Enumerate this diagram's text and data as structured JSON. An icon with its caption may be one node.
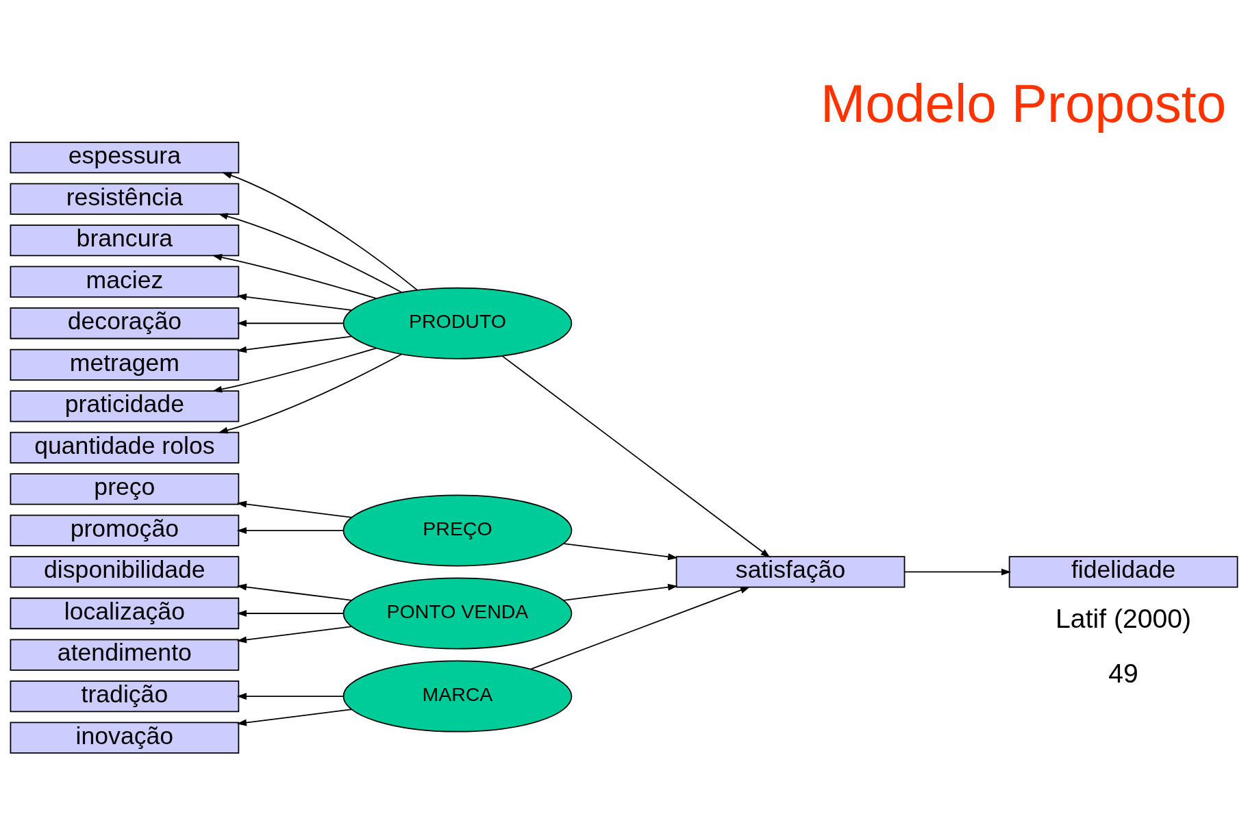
{
  "diagram": {
    "title": "Modelo Proposto",
    "nodes": [
      {
        "text": [
          "MARCA"
        ]
      },
      {
        "text": [
          "tradição"
        ]
      },
      {
        "text": [
          "inovação"
        ]
      },
      {
        "text": [
          "PRODUTO"
        ]
      },
      {
        "text": [
          "espessura"
        ]
      },
      {
        "text": [
          "resistência"
        ]
      },
      {
        "text": [
          "brancura"
        ]
      },
      {
        "text": [
          "maciez"
        ]
      },
      {
        "text": [
          "decoração"
        ]
      },
      {
        "text": [
          "metragem"
        ]
      },
      {
        "text": [
          "praticidade"
        ]
      },
      {
        "text": [
          "quantidade rolos"
        ]
      },
      {
        "text": [
          "PREÇO"
        ]
      },
      {
        "text": [
          "preço"
        ]
      },
      {
        "text": [
          "promoção"
        ]
      },
      {
        "text": [
          "PONTO VENDA"
        ]
      },
      {
        "text": [
          "disponibilidade"
        ]
      },
      {
        "text": [
          "localização"
        ]
      },
      {
        "text": [
          "atendimento"
        ]
      },
      {
        "text": [
          "satisfação"
        ]
      },
      {
        "text": [
          "fidelidade"
        ]
      }
    ],
    "edges": [
      {
        "from": 0,
        "to": 1,
        "arrow": "to"
      },
      {
        "from": 0,
        "to": 2,
        "arrow": "to"
      },
      {
        "from": 3,
        "to": 4,
        "arrow": "to"
      },
      {
        "from": 3,
        "to": 5,
        "arrow": "to"
      },
      {
        "from": 3,
        "to": 6,
        "arrow": "to"
      },
      {
        "from": 3,
        "to": 7,
        "arrow": "to"
      },
      {
        "from": 3,
        "to": 8,
        "arrow": "to"
      },
      {
        "from": 3,
        "to": 9,
        "arrow": "to"
      },
      {
        "from": 3,
        "to": 10,
        "arrow": "to"
      },
      {
        "from": 3,
        "to": 11,
        "arrow": "to"
      },
      {
        "from": 12,
        "to": 13,
        "arrow": "to"
      },
      {
        "from": 12,
        "to": 14,
        "arrow": "to"
      },
      {
        "from": 15,
        "to": 16,
        "arrow": "to"
      },
      {
        "from": 15,
        "to": 17,
        "arrow": "to"
      },
      {
        "from": 15,
        "to": 18,
        "arrow": "to"
      },
      {
        "from": 0,
        "to": 19,
        "arrow": "to"
      },
      {
        "from": 3,
        "to": 19,
        "arrow": "to"
      },
      {
        "from": 12,
        "to": 19,
        "arrow": "to"
      },
      {
        "from": 15,
        "to": 19,
        "arrow": "to"
      },
      {
        "from": 19,
        "to": 20,
        "arrow": "to"
      }
    ],
    "labels": [
      "Latif (2000)",
      "49"
    ]
  }
}
